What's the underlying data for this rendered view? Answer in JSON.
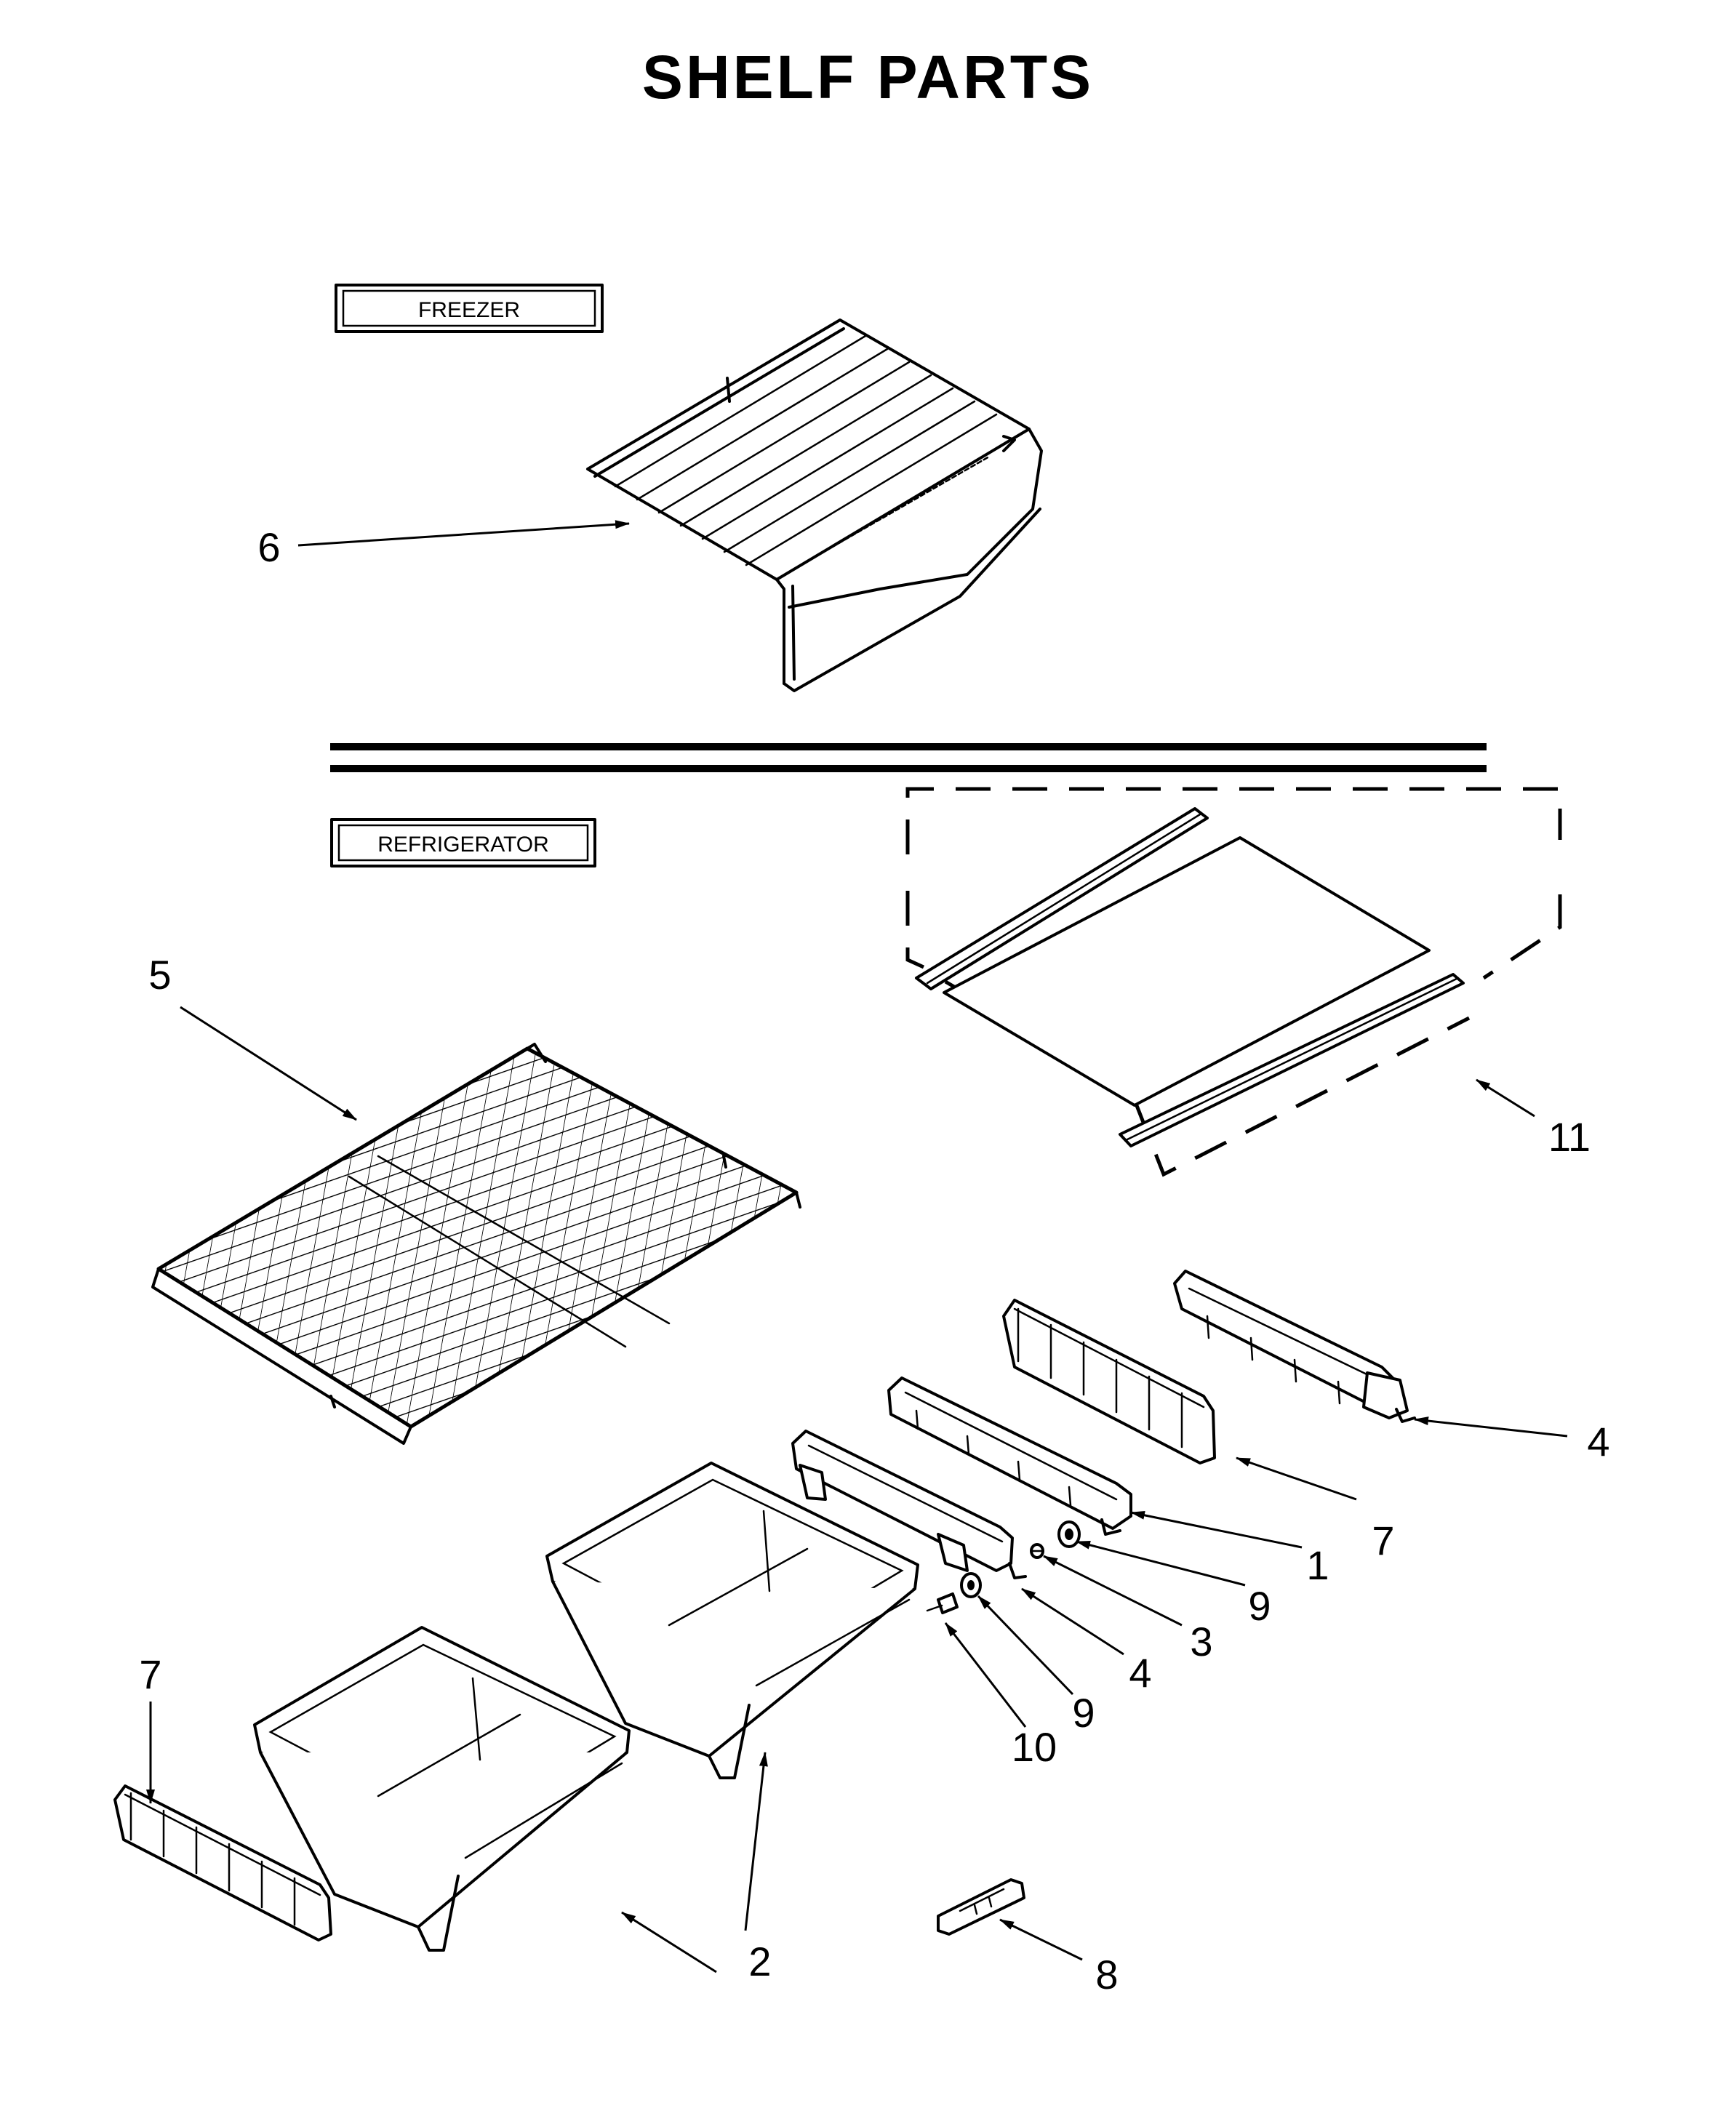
{
  "title": "SHELF PARTS",
  "sections": {
    "freezer": "FREEZER",
    "refrigerator": "REFRIGERATOR"
  },
  "callouts": [
    "6",
    "5",
    "11",
    "4",
    "7",
    "1",
    "9",
    "3",
    "4",
    "9",
    "10",
    "7",
    "2",
    "8"
  ]
}
